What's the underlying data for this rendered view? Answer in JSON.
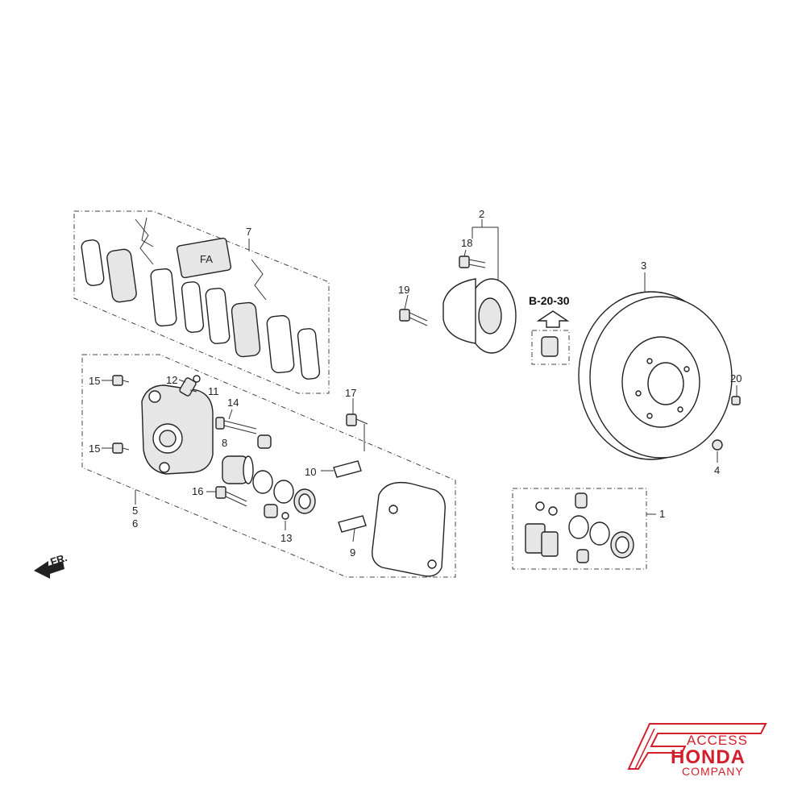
{
  "diagram": {
    "part_numbers": [
      "1",
      "2",
      "3",
      "4",
      "5",
      "6",
      "7",
      "8",
      "9",
      "10",
      "11",
      "12",
      "13",
      "14",
      "15",
      "15",
      "16",
      "17",
      "18",
      "19",
      "20"
    ],
    "reference": "B-20-30",
    "direction_label": "FR."
  },
  "brand": {
    "line1": "ACCESS",
    "line2": "HONDA",
    "line3": "COMPANY",
    "color": "#d11f2c"
  }
}
